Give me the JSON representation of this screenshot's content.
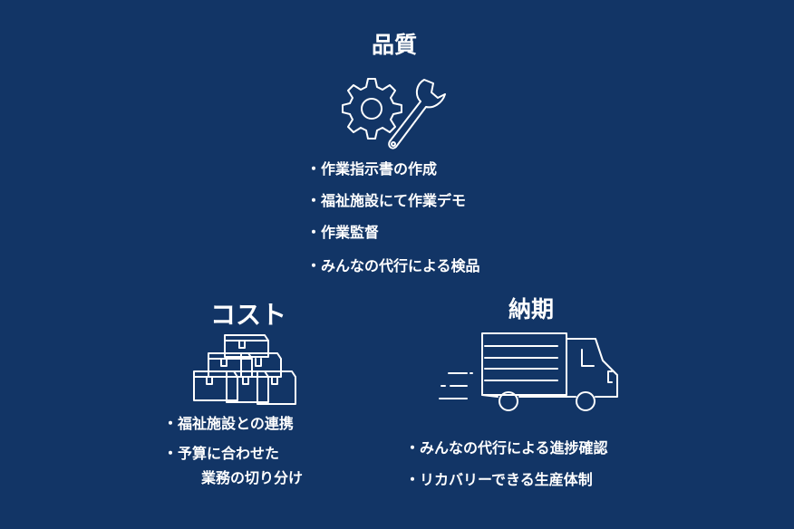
{
  "quality": {
    "title": "品質",
    "icon": "gear-wrench-icon",
    "items": [
      "・作業指示書の作成",
      "・福祉施設にて作業デモ",
      "・作業監督",
      "・みんなの代行による検品"
    ]
  },
  "cost": {
    "title": "コスト",
    "icon": "boxes-icon",
    "items": [
      "・福祉施設との連携",
      "・予算に合わせた",
      "業務の切り分け"
    ]
  },
  "delivery": {
    "title": "納期",
    "icon": "truck-icon",
    "items": [
      "・みんなの代行による進捗確認",
      "・リカバリーできる生産体制"
    ]
  },
  "colors": {
    "background": "#123566",
    "text": "#ffffff"
  }
}
